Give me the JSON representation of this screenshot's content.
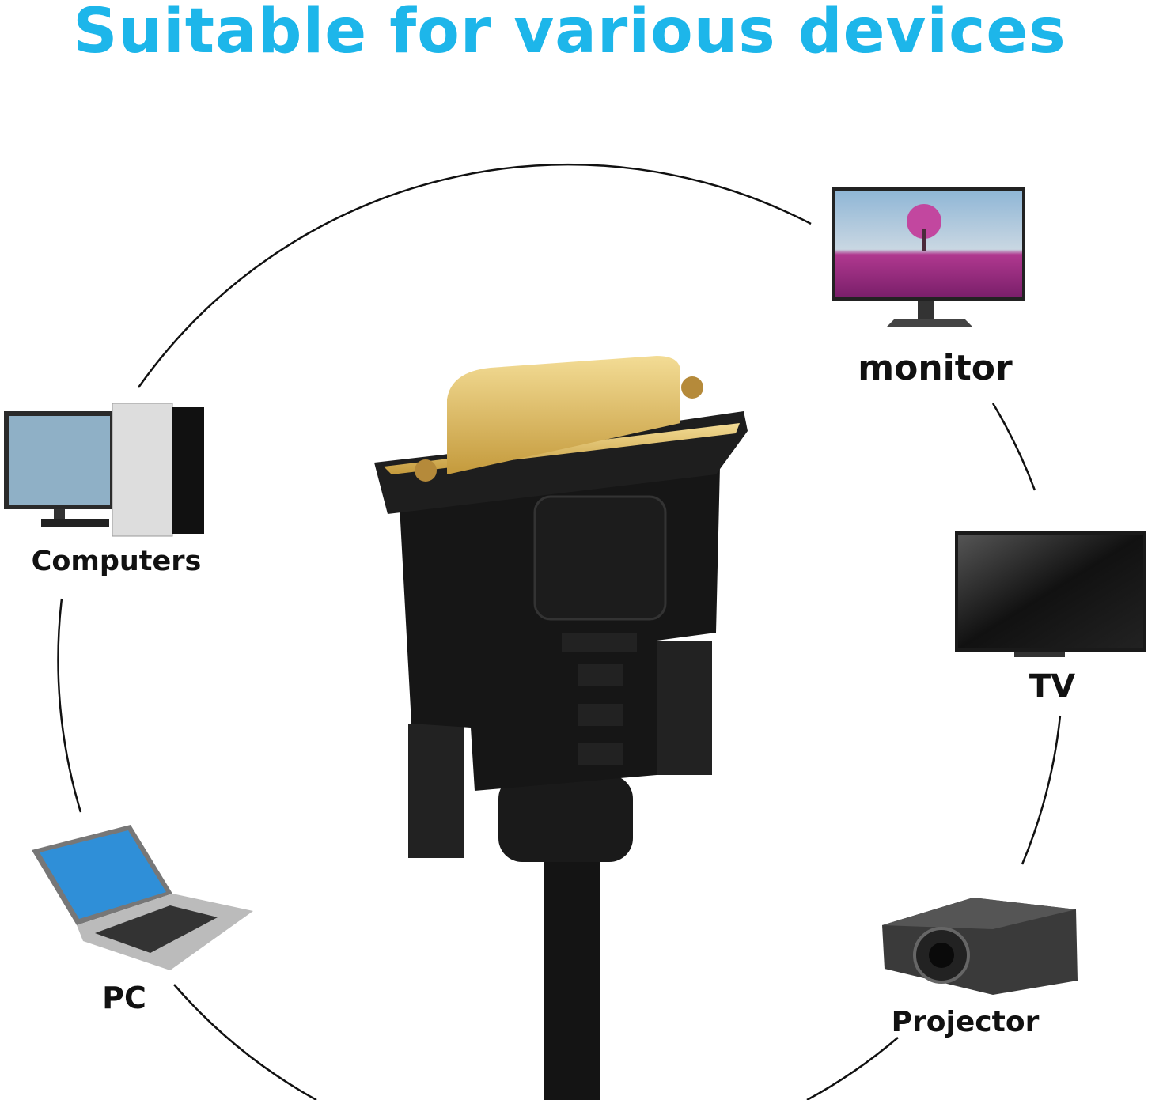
{
  "title": "Suitable for various devices",
  "devices": [
    {
      "label": "monitor",
      "icon": "monitor-icon"
    },
    {
      "label": "Computers",
      "icon": "desktop-computer-icon"
    },
    {
      "label": "TV",
      "icon": "tv-icon"
    },
    {
      "label": "PC",
      "icon": "laptop-icon"
    },
    {
      "label": "Projector",
      "icon": "projector-icon"
    }
  ],
  "colors": {
    "title": "#1db6ea",
    "connector_gold": "#d9b45a",
    "connector_body": "#161616"
  }
}
